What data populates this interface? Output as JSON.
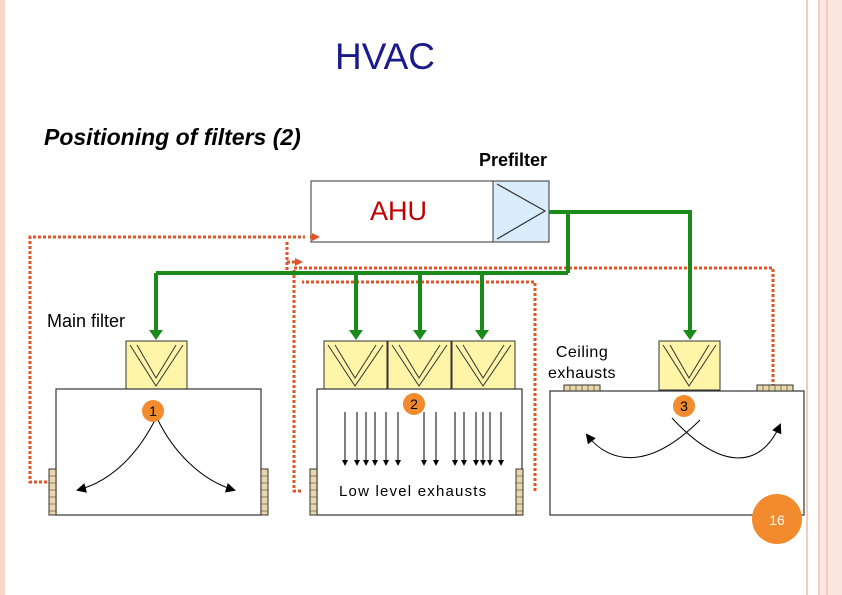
{
  "slide": {
    "title": "HVAC",
    "subtitle": "Positioning of filters (2)",
    "page_number": "16"
  },
  "diagram": {
    "prefilter_label": "Prefilter",
    "ahu_label": "AHU",
    "main_filter_label": "Main filter",
    "ceiling_exhausts_line1": "Ceiling",
    "ceiling_exhausts_line2": "exhausts",
    "low_level_exhausts_label": "Low level exhausts",
    "rooms": [
      {
        "number": "1"
      },
      {
        "number": "2"
      },
      {
        "number": "3"
      }
    ]
  },
  "colors": {
    "supply_duct": "#1a8a1a",
    "return_duct": "#e0552a",
    "filter_fill": "#fff5a8",
    "prefilter_fill": "#d9ecfb",
    "title": "#1a1a8c",
    "ahu_text": "#c00000",
    "page_badge": "#f28a2e"
  }
}
